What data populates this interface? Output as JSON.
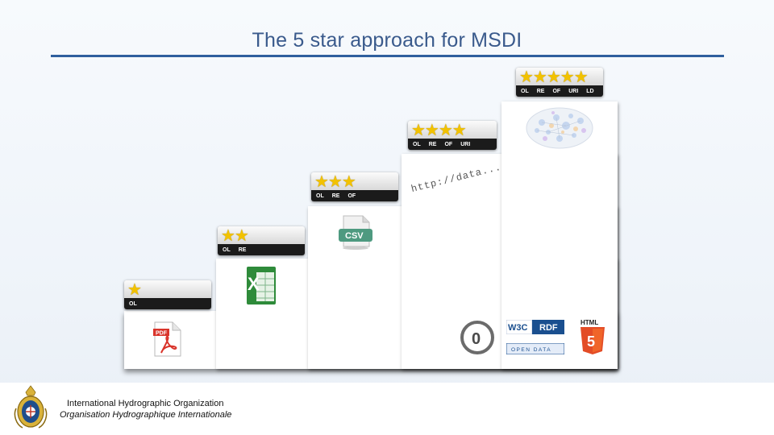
{
  "slide": {
    "title": "The 5 star approach for MSDI"
  },
  "steps": [
    {
      "stars": "★",
      "labels": [
        "OL"
      ],
      "icon": "pdf-file-icon"
    },
    {
      "stars": "★★",
      "labels": [
        "OL",
        "RE"
      ],
      "icon": "excel-file-icon"
    },
    {
      "stars": "★★★",
      "labels": [
        "OL",
        "RE",
        "OF"
      ],
      "icon": "csv-file-icon",
      "icon_text": "CSV"
    },
    {
      "stars": "★★★★",
      "labels": [
        "OL",
        "RE",
        "OF",
        "URI"
      ],
      "icon": "uri-text-icon",
      "icon_text": "http://data..."
    },
    {
      "stars": "★★★★★",
      "labels": [
        "OL",
        "RE",
        "OF",
        "URI",
        "LD"
      ],
      "icon": "linked-data-cloud-icon"
    }
  ],
  "bottom_logos": {
    "open_license": "0",
    "w3c": "W3C",
    "rdf": "RDF",
    "open_data": "OPEN DATA",
    "html5": "HTML"
  },
  "footer": {
    "org_en": "International Hydrographic Organization",
    "org_fr": "Organisation Hydrographique Internationale"
  },
  "colors": {
    "title": "#3a5a8c",
    "rule": "#2f5f9e",
    "star": "#f2c200",
    "label_bar": "#1b1b1b"
  }
}
